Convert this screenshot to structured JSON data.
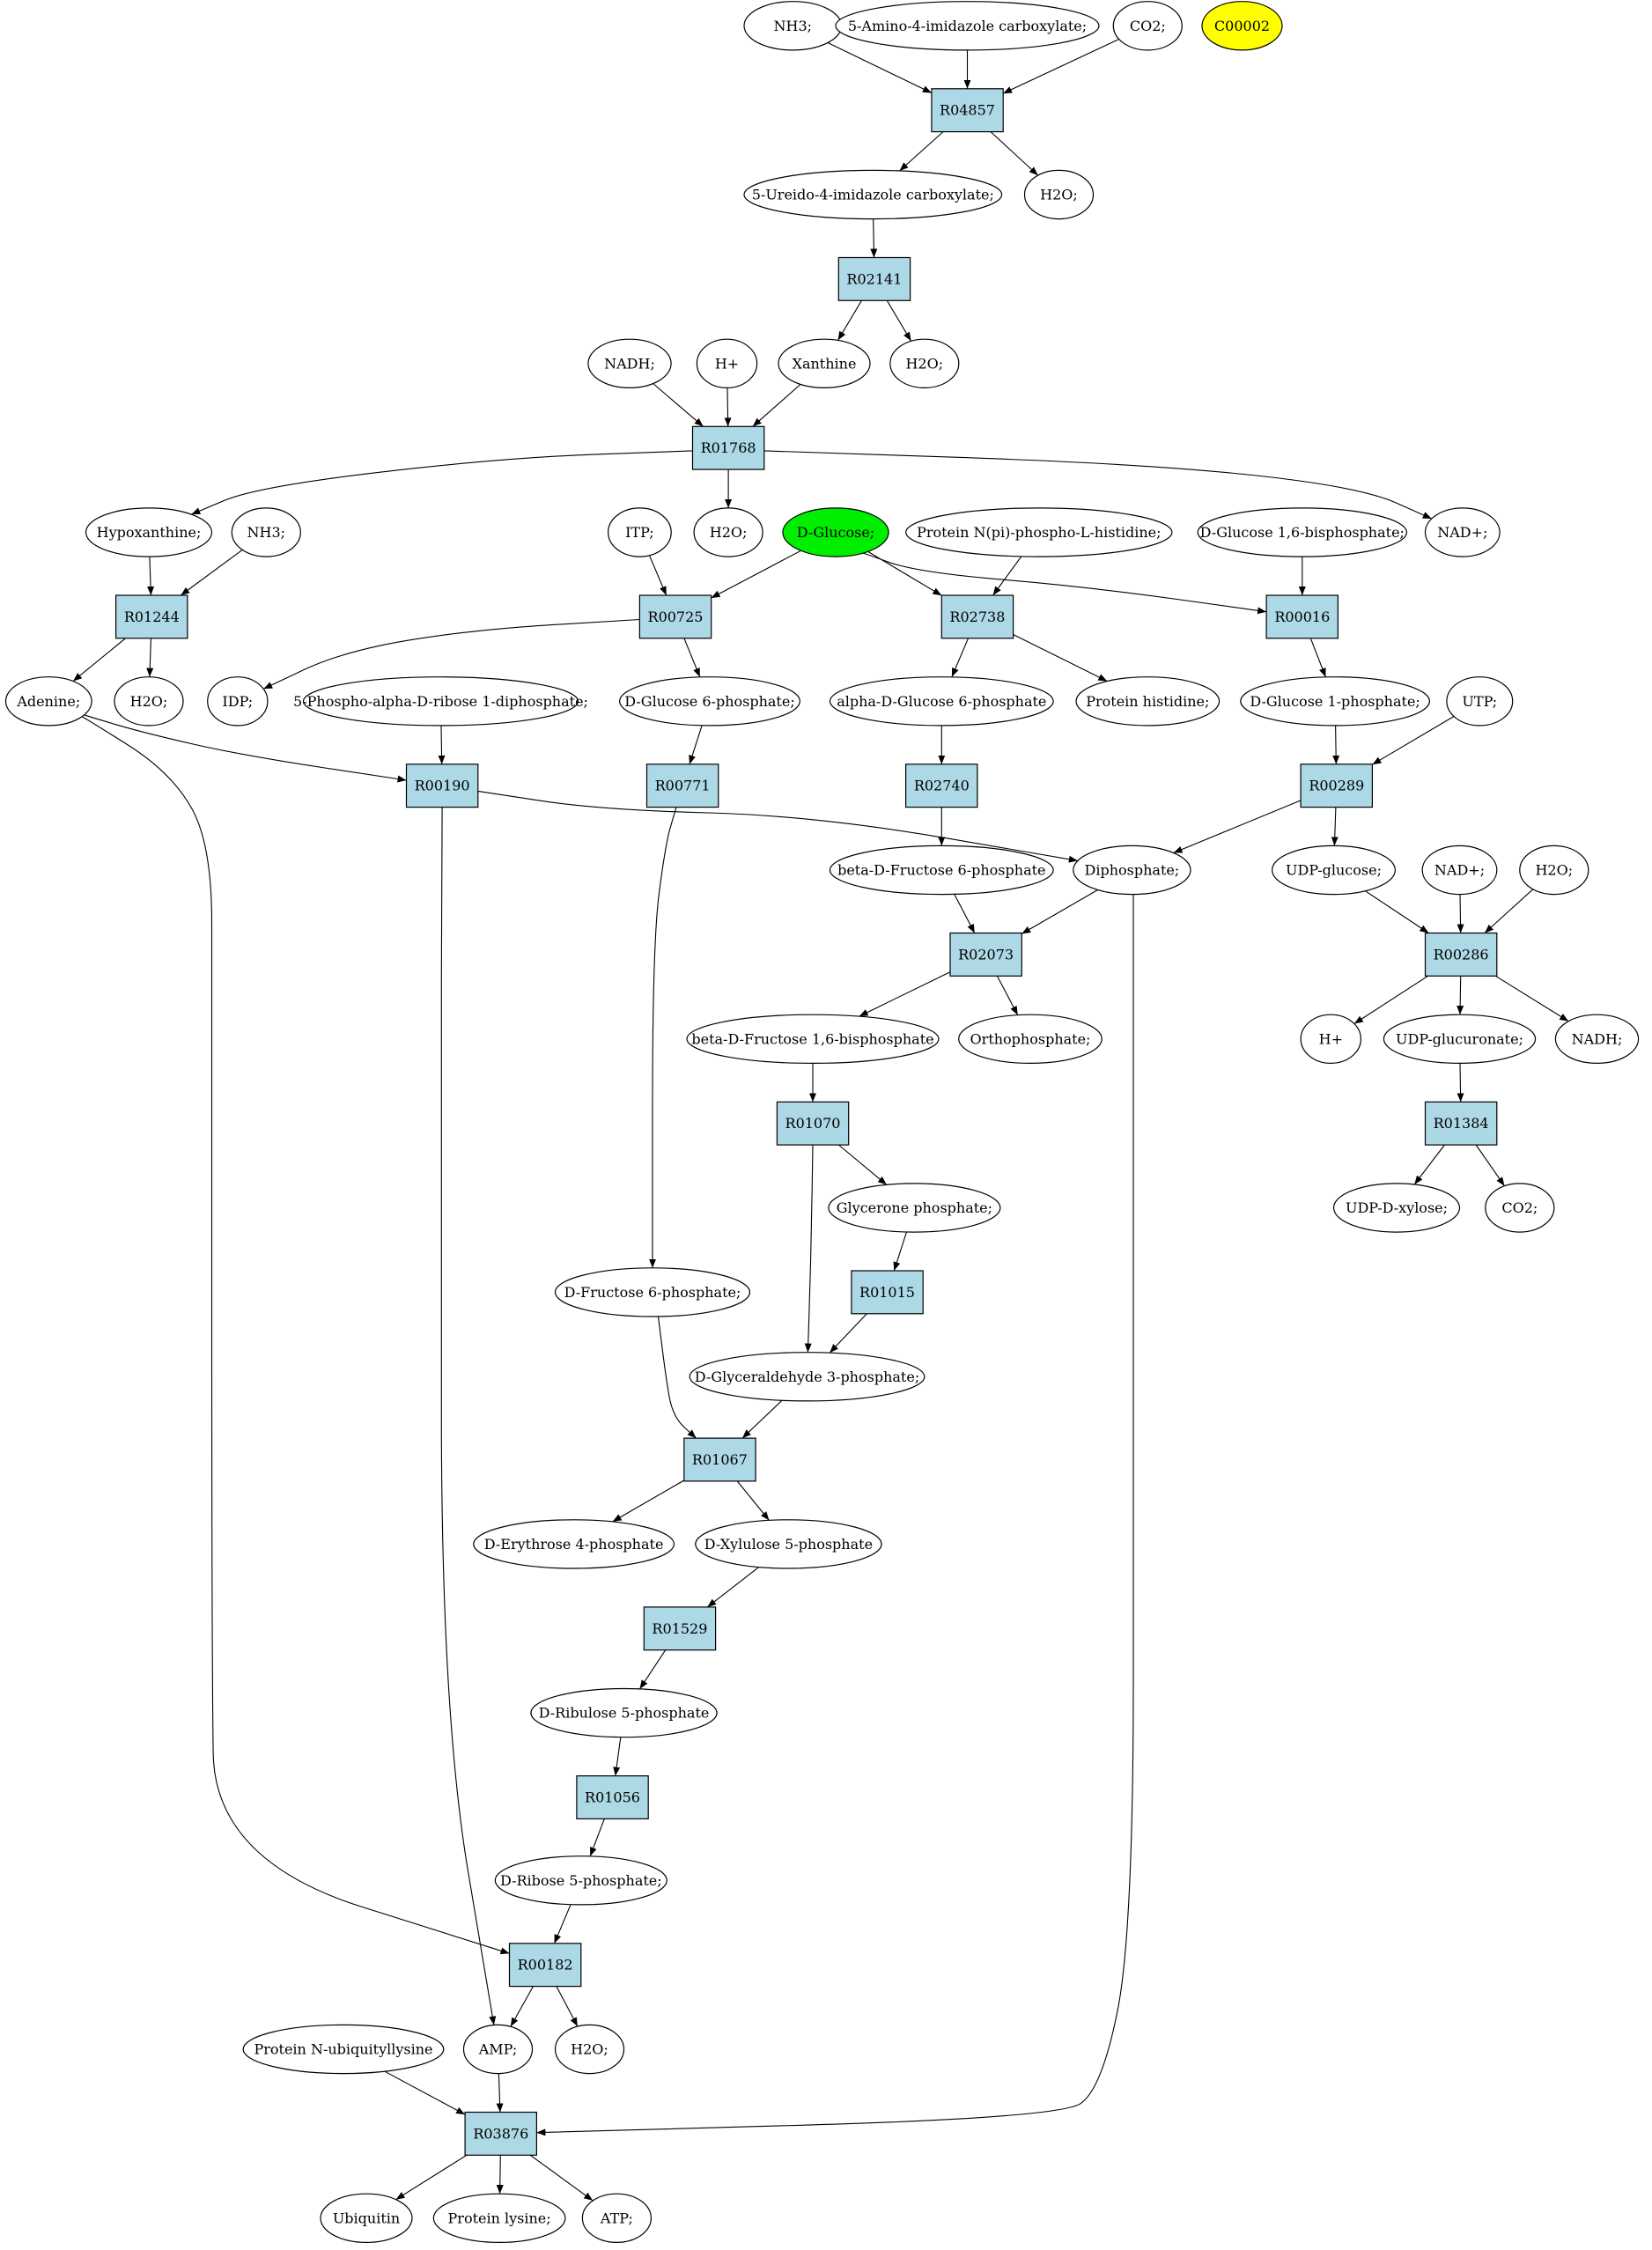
{
  "diagram": {
    "nodes": [
      {
        "id": "c_nh3_a",
        "kind": "compound",
        "label": "NH3;"
      },
      {
        "id": "c_aic",
        "kind": "compound",
        "label": "5-Amino-4-imidazole carboxylate;"
      },
      {
        "id": "c_co2_a",
        "kind": "compound",
        "label": "CO2;"
      },
      {
        "id": "c_c00002",
        "kind": "compound",
        "label": "C00002",
        "fill": "#ffff00"
      },
      {
        "id": "r_R04857",
        "kind": "reaction",
        "label": "R04857"
      },
      {
        "id": "c_uic",
        "kind": "compound",
        "label": "5-Ureido-4-imidazole carboxylate;"
      },
      {
        "id": "c_h2o_a",
        "kind": "compound",
        "label": "H2O;"
      },
      {
        "id": "r_R02141",
        "kind": "reaction",
        "label": "R02141"
      },
      {
        "id": "c_nadh_a",
        "kind": "compound",
        "label": "NADH;"
      },
      {
        "id": "c_hplus_a",
        "kind": "compound",
        "label": "H+"
      },
      {
        "id": "c_xanthine",
        "kind": "compound",
        "label": "Xanthine"
      },
      {
        "id": "c_h2o_b",
        "kind": "compound",
        "label": "H2O;"
      },
      {
        "id": "r_R01768",
        "kind": "reaction",
        "label": "R01768"
      },
      {
        "id": "c_hypox",
        "kind": "compound",
        "label": "Hypoxanthine;"
      },
      {
        "id": "c_nh3_b",
        "kind": "compound",
        "label": "NH3;"
      },
      {
        "id": "c_itp",
        "kind": "compound",
        "label": "ITP;"
      },
      {
        "id": "c_h2o_c",
        "kind": "compound",
        "label": "H2O;"
      },
      {
        "id": "c_dglucose",
        "kind": "compound",
        "label": "D-Glucose;",
        "fill": "#00ee00"
      },
      {
        "id": "c_protnpi",
        "kind": "compound",
        "label": "Protein N(pi)-phospho-L-histidine;"
      },
      {
        "id": "c_dg16bp",
        "kind": "compound",
        "label": "D-Glucose 1,6-bisphosphate;"
      },
      {
        "id": "c_nadplus_a",
        "kind": "compound",
        "label": "NAD+;"
      },
      {
        "id": "r_R01244",
        "kind": "reaction",
        "label": "R01244"
      },
      {
        "id": "r_R00725",
        "kind": "reaction",
        "label": "R00725"
      },
      {
        "id": "r_R02738",
        "kind": "reaction",
        "label": "R02738"
      },
      {
        "id": "r_R00016",
        "kind": "reaction",
        "label": "R00016"
      },
      {
        "id": "c_adenine",
        "kind": "compound",
        "label": "Adenine;"
      },
      {
        "id": "c_h2o_d",
        "kind": "compound",
        "label": "H2O;"
      },
      {
        "id": "c_idp",
        "kind": "compound",
        "label": "IDP;"
      },
      {
        "id": "c_prpp",
        "kind": "compound",
        "label": "5-Phospho-alpha-D-ribose 1-diphosphate;"
      },
      {
        "id": "c_dg6p",
        "kind": "compound",
        "label": "D-Glucose 6-phosphate;"
      },
      {
        "id": "c_adg6p",
        "kind": "compound",
        "label": "alpha-D-Glucose 6-phosphate"
      },
      {
        "id": "c_prothis",
        "kind": "compound",
        "label": "Protein histidine;"
      },
      {
        "id": "c_dg1p",
        "kind": "compound",
        "label": "D-Glucose 1-phosphate;"
      },
      {
        "id": "c_utp",
        "kind": "compound",
        "label": "UTP;"
      },
      {
        "id": "r_R00190",
        "kind": "reaction",
        "label": "R00190"
      },
      {
        "id": "r_R00771",
        "kind": "reaction",
        "label": "R00771"
      },
      {
        "id": "r_R02740",
        "kind": "reaction",
        "label": "R02740"
      },
      {
        "id": "r_R00289",
        "kind": "reaction",
        "label": "R00289"
      },
      {
        "id": "c_bdf6p",
        "kind": "compound",
        "label": "beta-D-Fructose 6-phosphate"
      },
      {
        "id": "c_diphos",
        "kind": "compound",
        "label": "Diphosphate;"
      },
      {
        "id": "c_udpglc",
        "kind": "compound",
        "label": "UDP-glucose;"
      },
      {
        "id": "c_nadplus_b",
        "kind": "compound",
        "label": "NAD+;"
      },
      {
        "id": "c_h2o_e",
        "kind": "compound",
        "label": "H2O;"
      },
      {
        "id": "r_R02073",
        "kind": "reaction",
        "label": "R02073"
      },
      {
        "id": "r_R00286",
        "kind": "reaction",
        "label": "R00286"
      },
      {
        "id": "c_bdf16bp",
        "kind": "compound",
        "label": "beta-D-Fructose 1,6-bisphosphate"
      },
      {
        "id": "c_orthop",
        "kind": "compound",
        "label": "Orthophosphate;"
      },
      {
        "id": "c_hplus_b",
        "kind": "compound",
        "label": "H+"
      },
      {
        "id": "c_udpglcu",
        "kind": "compound",
        "label": "UDP-glucuronate;"
      },
      {
        "id": "c_nadh_b",
        "kind": "compound",
        "label": "NADH;"
      },
      {
        "id": "r_R01070",
        "kind": "reaction",
        "label": "R01070"
      },
      {
        "id": "r_R01384",
        "kind": "reaction",
        "label": "R01384"
      },
      {
        "id": "c_glyp",
        "kind": "compound",
        "label": "Glycerone phosphate;"
      },
      {
        "id": "c_udpxyl",
        "kind": "compound",
        "label": "UDP-D-xylose;"
      },
      {
        "id": "c_co2_b",
        "kind": "compound",
        "label": "CO2;"
      },
      {
        "id": "r_R01015",
        "kind": "reaction",
        "label": "R01015"
      },
      {
        "id": "c_df6p",
        "kind": "compound",
        "label": "D-Fructose 6-phosphate;"
      },
      {
        "id": "c_dga3p",
        "kind": "compound",
        "label": "D-Glyceraldehyde 3-phosphate;"
      },
      {
        "id": "r_R01067",
        "kind": "reaction",
        "label": "R01067"
      },
      {
        "id": "c_de4p",
        "kind": "compound",
        "label": "D-Erythrose 4-phosphate"
      },
      {
        "id": "c_dx5p",
        "kind": "compound",
        "label": "D-Xylulose 5-phosphate"
      },
      {
        "id": "r_R01529",
        "kind": "reaction",
        "label": "R01529"
      },
      {
        "id": "c_dru5p",
        "kind": "compound",
        "label": "D-Ribulose 5-phosphate"
      },
      {
        "id": "r_R01056",
        "kind": "reaction",
        "label": "R01056"
      },
      {
        "id": "c_dr5p",
        "kind": "compound",
        "label": "D-Ribose 5-phosphate;"
      },
      {
        "id": "r_R00182",
        "kind": "reaction",
        "label": "R00182"
      },
      {
        "id": "c_protnubq",
        "kind": "compound",
        "label": "Protein N-ubiquityllysine"
      },
      {
        "id": "c_amp",
        "kind": "compound",
        "label": "AMP;"
      },
      {
        "id": "c_h2o_f",
        "kind": "compound",
        "label": "H2O;"
      },
      {
        "id": "r_R03876",
        "kind": "reaction",
        "label": "R03876"
      },
      {
        "id": "c_ubiquitin",
        "kind": "compound",
        "label": "Ubiquitin"
      },
      {
        "id": "c_protlys",
        "kind": "compound",
        "label": "Protein lysine;"
      },
      {
        "id": "c_atp",
        "kind": "compound",
        "label": "ATP;"
      }
    ],
    "edges": [
      [
        "c_nh3_a",
        "r_R04857"
      ],
      [
        "c_aic",
        "r_R04857"
      ],
      [
        "c_co2_a",
        "r_R04857"
      ],
      [
        "r_R04857",
        "c_uic"
      ],
      [
        "r_R04857",
        "c_h2o_a"
      ],
      [
        "c_uic",
        "r_R02141"
      ],
      [
        "r_R02141",
        "c_xanthine"
      ],
      [
        "r_R02141",
        "c_h2o_b"
      ],
      [
        "c_nadh_a",
        "r_R01768"
      ],
      [
        "c_hplus_a",
        "r_R01768"
      ],
      [
        "c_xanthine",
        "r_R01768"
      ],
      [
        "r_R01768",
        "c_hypox"
      ],
      [
        "r_R01768",
        "c_h2o_c"
      ],
      [
        "r_R01768",
        "c_nadplus_a"
      ],
      [
        "c_hypox",
        "r_R01244"
      ],
      [
        "c_nh3_b",
        "r_R01244"
      ],
      [
        "r_R01244",
        "c_adenine"
      ],
      [
        "r_R01244",
        "c_h2o_d"
      ],
      [
        "c_itp",
        "r_R00725"
      ],
      [
        "c_dglucose",
        "r_R00725"
      ],
      [
        "r_R00725",
        "c_idp"
      ],
      [
        "r_R00725",
        "c_dg6p"
      ],
      [
        "c_dglucose",
        "r_R02738"
      ],
      [
        "c_protnpi",
        "r_R02738"
      ],
      [
        "r_R02738",
        "c_adg6p"
      ],
      [
        "r_R02738",
        "c_prothis"
      ],
      [
        "c_dglucose",
        "r_R00016"
      ],
      [
        "c_dg16bp",
        "r_R00016"
      ],
      [
        "r_R00016",
        "c_dg1p"
      ],
      [
        "c_adenine",
        "r_R00190"
      ],
      [
        "c_prpp",
        "r_R00190"
      ],
      [
        "r_R00190",
        "c_diphos"
      ],
      [
        "r_R00190",
        "c_amp"
      ],
      [
        "c_dg6p",
        "r_R00771"
      ],
      [
        "r_R00771",
        "c_df6p"
      ],
      [
        "c_adg6p",
        "r_R02740"
      ],
      [
        "r_R02740",
        "c_bdf6p"
      ],
      [
        "c_dg1p",
        "r_R00289"
      ],
      [
        "c_utp",
        "r_R00289"
      ],
      [
        "r_R00289",
        "c_diphos"
      ],
      [
        "r_R00289",
        "c_udpglc"
      ],
      [
        "c_bdf6p",
        "r_R02073"
      ],
      [
        "c_diphos",
        "r_R02073"
      ],
      [
        "r_R02073",
        "c_bdf16bp"
      ],
      [
        "r_R02073",
        "c_orthop"
      ],
      [
        "c_udpglc",
        "r_R00286"
      ],
      [
        "c_nadplus_b",
        "r_R00286"
      ],
      [
        "c_h2o_e",
        "r_R00286"
      ],
      [
        "r_R00286",
        "c_hplus_b"
      ],
      [
        "r_R00286",
        "c_udpglcu"
      ],
      [
        "r_R00286",
        "c_nadh_b"
      ],
      [
        "c_udpglcu",
        "r_R01384"
      ],
      [
        "r_R01384",
        "c_udpxyl"
      ],
      [
        "r_R01384",
        "c_co2_b"
      ],
      [
        "c_bdf16bp",
        "r_R01070"
      ],
      [
        "r_R01070",
        "c_glyp"
      ],
      [
        "r_R01070",
        "c_dga3p"
      ],
      [
        "c_glyp",
        "r_R01015"
      ],
      [
        "r_R01015",
        "c_dga3p"
      ],
      [
        "c_df6p",
        "r_R01067"
      ],
      [
        "c_dga3p",
        "r_R01067"
      ],
      [
        "r_R01067",
        "c_de4p"
      ],
      [
        "r_R01067",
        "c_dx5p"
      ],
      [
        "c_dx5p",
        "r_R01529"
      ],
      [
        "r_R01529",
        "c_dru5p"
      ],
      [
        "c_dru5p",
        "r_R01056"
      ],
      [
        "r_R01056",
        "c_dr5p"
      ],
      [
        "c_dr5p",
        "r_R00182"
      ],
      [
        "c_adenine",
        "r_R00182"
      ],
      [
        "r_R00182",
        "c_amp"
      ],
      [
        "r_R00182",
        "c_h2o_f"
      ],
      [
        "c_protnubq",
        "r_R03876"
      ],
      [
        "c_amp",
        "r_R03876"
      ],
      [
        "c_diphos",
        "r_R03876"
      ],
      [
        "r_R03876",
        "c_ubiquitin"
      ],
      [
        "r_R03876",
        "c_protlys"
      ],
      [
        "r_R03876",
        "c_atp"
      ]
    ]
  }
}
